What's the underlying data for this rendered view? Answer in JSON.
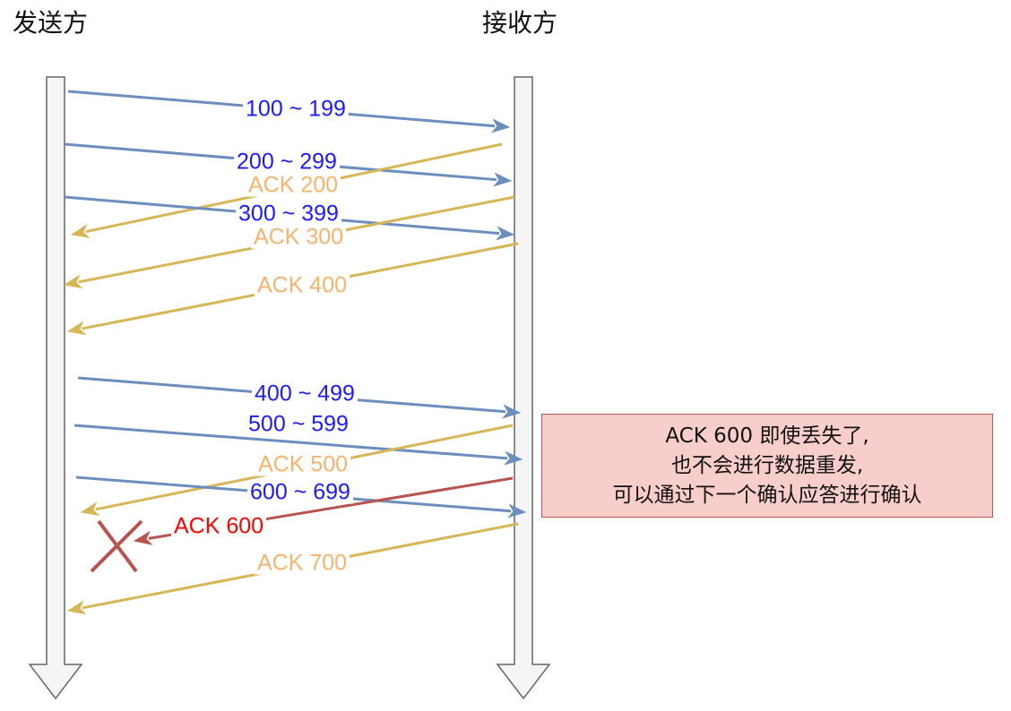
{
  "sender": {
    "title": "发送方"
  },
  "receiver": {
    "title": "接收方"
  },
  "messages": [
    {
      "label": "100 ~ 199",
      "kind": "data"
    },
    {
      "label": "200 ~ 299",
      "kind": "data"
    },
    {
      "label": "ACK 200",
      "kind": "ack"
    },
    {
      "label": "300 ~ 399",
      "kind": "data"
    },
    {
      "label": "ACK 300",
      "kind": "ack"
    },
    {
      "label": "ACK 400",
      "kind": "ack"
    },
    {
      "label": "400 ~ 499",
      "kind": "data"
    },
    {
      "label": "500 ~ 599",
      "kind": "data"
    },
    {
      "label": "ACK 500",
      "kind": "ack"
    },
    {
      "label": "600 ~ 699",
      "kind": "data"
    },
    {
      "label": "ACK 600",
      "kind": "lost-ack"
    },
    {
      "label": "ACK 700",
      "kind": "ack"
    }
  ],
  "note": {
    "lines": [
      "ACK 600 即使丢失了,",
      "也不会进行数据重发,",
      "可以通过下一个确认应答进行确认"
    ]
  },
  "colors": {
    "data": "#6c8ebf",
    "data_text": "#1a1aff",
    "ack": "#d6b656",
    "ack_text": "#f7b26b",
    "lost": "#b85450",
    "lost_text": "#ff0000",
    "note_fill": "#f8cecc",
    "note_stroke": "#b85450",
    "timeline_fill": "#f5f5f5",
    "timeline_stroke": "#666666"
  }
}
